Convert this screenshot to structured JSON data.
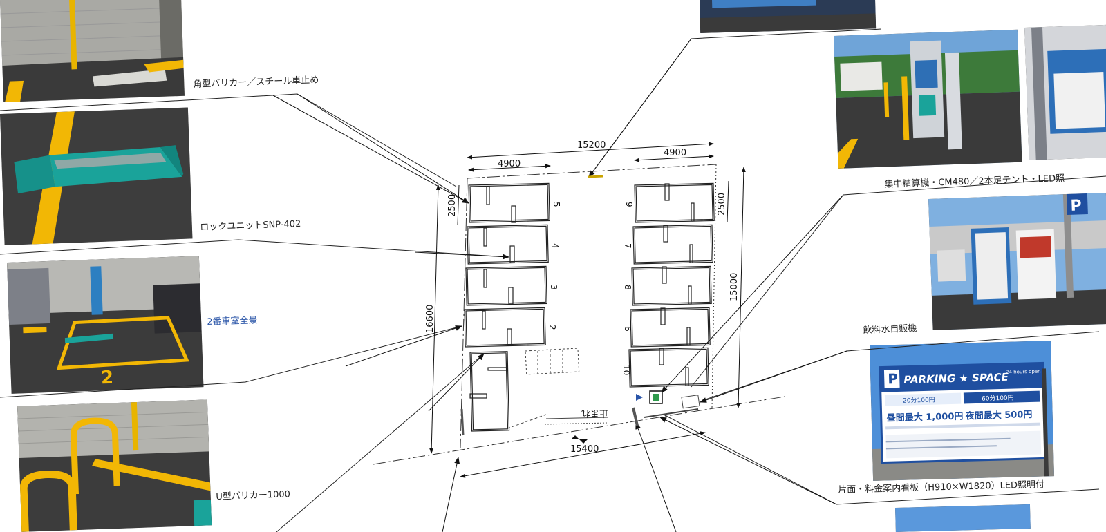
{
  "labels": {
    "barricade_steel": "角型バリカー／スチール車止め",
    "lock_unit": "ロックユニットSNP-402",
    "space2_view": "2番車室全景",
    "u_barricade": "U型バリカー1000",
    "pay_station": "集中精算機・CM480／2本足テント・LED照",
    "vending": "飲料水自販機",
    "signboard": "片面・料金案内看板（H910×W1820）LED照明付"
  },
  "dims": {
    "total_width": "15200",
    "left_width": "4900",
    "right_width": "4900",
    "bay_depth_left": "2500",
    "bay_depth_right": "2500",
    "left_length": "16600",
    "right_length": "15000",
    "bottom_width": "15400"
  },
  "stall_numbers": {
    "left": [
      "5",
      "4",
      "3",
      "2"
    ],
    "right": [
      "6",
      "7",
      "8",
      "9",
      "10"
    ]
  },
  "entrance_text": "止まれ",
  "sign": {
    "title": "PARKING ★ SPACE",
    "hours": "24 hours open",
    "day_max": "昼間最大 1,000円",
    "night_max": "夜間最大 500円",
    "day_rate": "20分100円",
    "night_rate": "60分100円"
  },
  "colors": {
    "asphalt": "#3d3d3d",
    "yellow_line": "#f2b705",
    "teal": "#1aa39a",
    "sign_blue": "#1f4fa0",
    "link_blue": "#2a55a8"
  }
}
